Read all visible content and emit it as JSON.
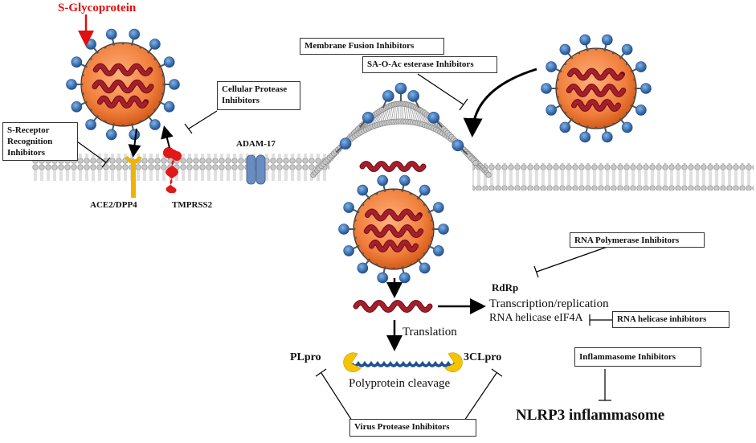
{
  "labels": {
    "s_glyco": "S-Glycoprotein",
    "s_receptor": "S-Receptor\nRecognition\nInhibitors",
    "cellular_protease": "Cellular Protease\nInhibitors",
    "ace2": "ACE2/DPP4",
    "tmprss2": "TMPRSS2",
    "adam17": "ADAM-17",
    "membrane_fusion": "Membrane Fusion Inhibitors",
    "sa_o_ac": "SA-O-Ac esterase Inhibitors",
    "rna_polymerase": "RNA Polymerase Inhibitors",
    "rdrp": "RdRp",
    "transcription": "Transcription/replication",
    "rna_helicase_eif": "RNA helicase eIF4A",
    "rna_helicase_inh": "RNA helicase inhibitors",
    "translation": "Translation",
    "plpro": "PLpro",
    "clpro": "3CLpro",
    "polyprotein": "Polyprotein cleavage",
    "virus_protease": "Virus Protease Inhibitors",
    "inflammasome_inh": "Inflammasome Inhibitors",
    "nlrp3": "NLRP3 inflammasome"
  },
  "colors": {
    "red_label": "#e01010",
    "virion_fill": "#f07f3c",
    "spike": "#1f5fa8",
    "rna": "#a51f2a",
    "ace2": "#f0b400",
    "tmprss2": "#e01818",
    "adam": "#6b8cbf",
    "protein_chain": "#1f4f8f",
    "protease_pac": "#f5c400"
  },
  "icons": {
    "virion": "coronavirus-virion-icon",
    "rna": "rna-strand-icon"
  }
}
